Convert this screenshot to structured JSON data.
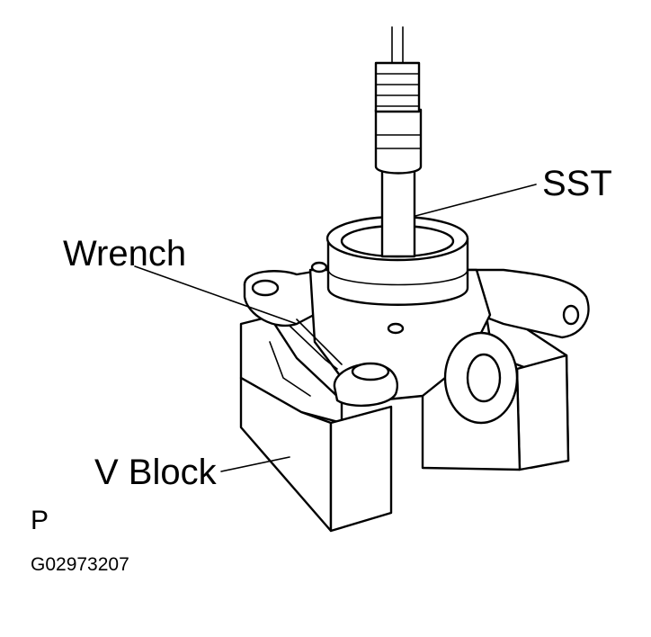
{
  "labels": {
    "sst": "SST",
    "wrench": "Wrench",
    "v_block": "V Block",
    "view_code": "P",
    "figure_id": "G02973207"
  }
}
